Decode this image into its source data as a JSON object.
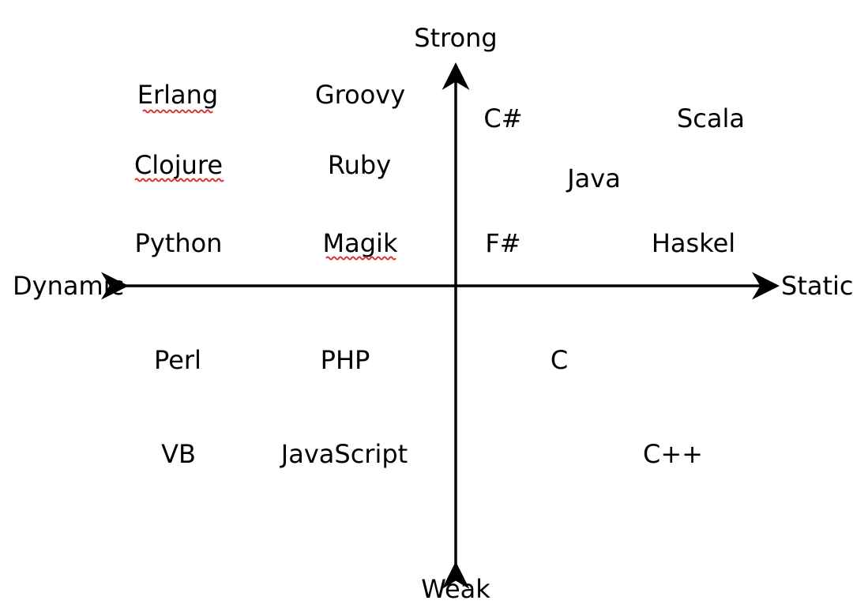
{
  "axes": {
    "top": "Strong",
    "bottom": "Weak",
    "left": "Dynamic",
    "right": "Static"
  },
  "languages": [
    {
      "name": "Erlang",
      "quadrant": "strong-dynamic",
      "spellcheck": true
    },
    {
      "name": "Groovy",
      "quadrant": "strong-dynamic",
      "spellcheck": false
    },
    {
      "name": "Clojure",
      "quadrant": "strong-dynamic",
      "spellcheck": true
    },
    {
      "name": "Ruby",
      "quadrant": "strong-dynamic",
      "spellcheck": false
    },
    {
      "name": "Python",
      "quadrant": "strong-dynamic",
      "spellcheck": false
    },
    {
      "name": "Magik",
      "quadrant": "strong-dynamic",
      "spellcheck": true
    },
    {
      "name": "C#",
      "quadrant": "strong-static",
      "spellcheck": false
    },
    {
      "name": "Scala",
      "quadrant": "strong-static",
      "spellcheck": false
    },
    {
      "name": "Java",
      "quadrant": "strong-static",
      "spellcheck": false
    },
    {
      "name": "F#",
      "quadrant": "strong-static",
      "spellcheck": false
    },
    {
      "name": "Haskel",
      "quadrant": "strong-static",
      "spellcheck": false
    },
    {
      "name": "Perl",
      "quadrant": "weak-dynamic",
      "spellcheck": false
    },
    {
      "name": "PHP",
      "quadrant": "weak-dynamic",
      "spellcheck": false
    },
    {
      "name": "VB",
      "quadrant": "weak-dynamic",
      "spellcheck": false
    },
    {
      "name": "JavaScript",
      "quadrant": "weak-dynamic",
      "spellcheck": false
    },
    {
      "name": "C",
      "quadrant": "weak-static",
      "spellcheck": false
    },
    {
      "name": "C++",
      "quadrant": "weak-static",
      "spellcheck": false
    }
  ],
  "colors": {
    "text": "#000000",
    "axis": "#000000",
    "spellcheck": "#e03030",
    "background": "#ffffff"
  }
}
